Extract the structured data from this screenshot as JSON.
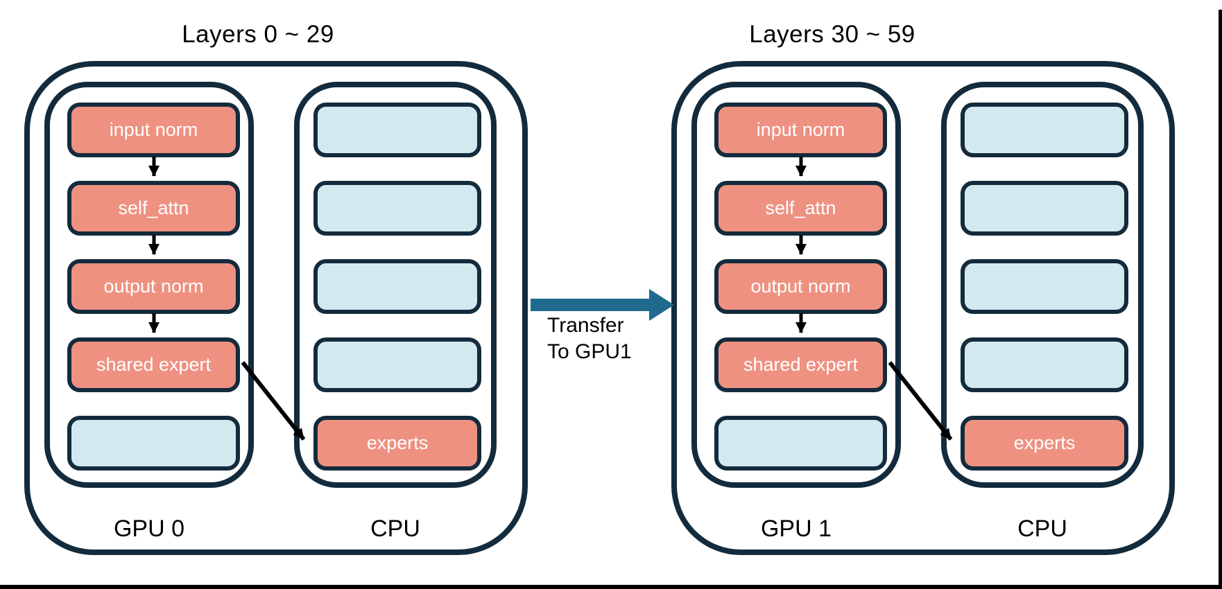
{
  "colors": {
    "border_navy": "#132B3C",
    "salmon_block": "#EE9181",
    "empty_block_blue": "#D3E9F0",
    "transfer_arrow_teal": "#206A8D",
    "flow_arrow_black": "#000000",
    "box_text": "#FFFFFF",
    "label_text": "#000000",
    "background": "#FFFFFF"
  },
  "groups": [
    {
      "title": "Layers 0 ~ 29",
      "gpu": {
        "label": "GPU 0",
        "boxes": [
          {
            "label": "input norm"
          },
          {
            "label": "self_attn"
          },
          {
            "label": "output norm"
          },
          {
            "label": "shared expert"
          },
          {
            "label": ""
          }
        ]
      },
      "cpu": {
        "label": "CPU",
        "boxes": [
          {
            "label": ""
          },
          {
            "label": ""
          },
          {
            "label": ""
          },
          {
            "label": ""
          },
          {
            "label": "experts"
          }
        ]
      }
    },
    {
      "title": "Layers 30 ~ 59",
      "gpu": {
        "label": "GPU 1",
        "boxes": [
          {
            "label": "input norm"
          },
          {
            "label": "self_attn"
          },
          {
            "label": "output norm"
          },
          {
            "label": "shared expert"
          },
          {
            "label": ""
          }
        ]
      },
      "cpu": {
        "label": "CPU",
        "boxes": [
          {
            "label": ""
          },
          {
            "label": ""
          },
          {
            "label": ""
          },
          {
            "label": ""
          },
          {
            "label": "experts"
          }
        ]
      }
    }
  ],
  "transfer": {
    "line1": "Transfer",
    "line2": "To GPU1"
  }
}
